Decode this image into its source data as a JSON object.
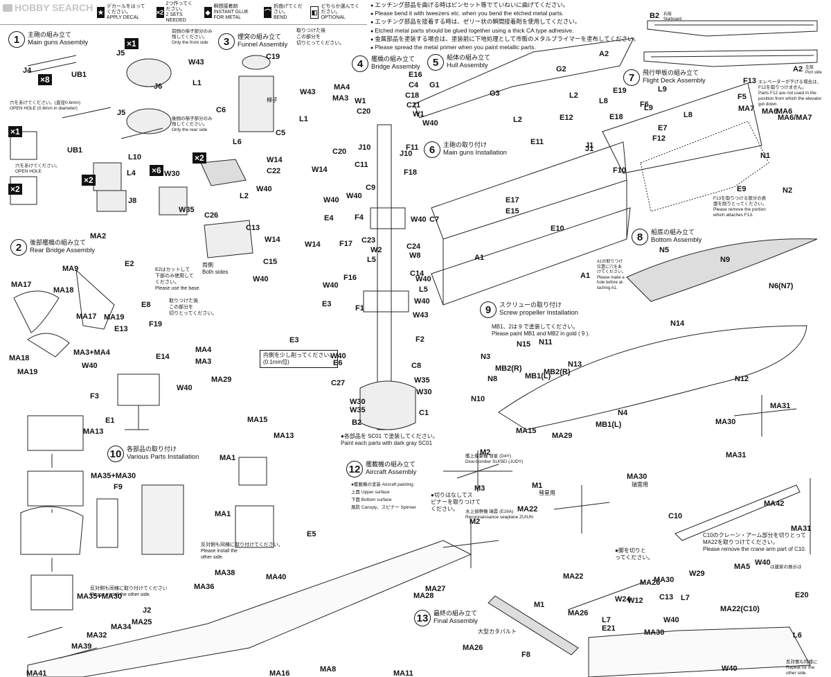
{
  "watermark": {
    "text": "HOBBY SEARCH"
  },
  "legend": {
    "items": [
      {
        "icon": "star-icon",
        "symbol": "★",
        "ja": "デカールをはってください。",
        "en": "APPLY DECAL"
      },
      {
        "icon": "x2-icon",
        "symbol": "×2",
        "ja": "2つ作ってください。",
        "en": "2 SETS NEEDED"
      },
      {
        "icon": "glue-icon",
        "symbol": "◆",
        "ja": "瞬間接着剤",
        "en": "INSTANT GLUE FOR METAL"
      },
      {
        "icon": "bend-icon",
        "symbol": "⌒",
        "ja": "折曲げてください。",
        "en": "BEND"
      },
      {
        "icon": "optional-icon",
        "symbol": "◧",
        "ja": "どちらか選んでください。",
        "en": "OPTIONAL"
      }
    ]
  },
  "top_notes": [
    "エッチング部品を曲げる時はピンセット等でていねいに曲げてください。",
    "Please bend it with tweezers etc. when you bend the etched metal parts.",
    "エッチング部品を接着する時は、ゼリー状の瞬間接着剤を使用してください。",
    "Etched metal parts should be glued together using a thick CA type adhesive.",
    "金属部品を塗装する場合は、塗装前に下地処理として市販のメタルプライマーを塗布してください。",
    "Please spread the metal primer when you paint metallic parts."
  ],
  "steps": [
    {
      "num": "1",
      "ja": "主砲の組み立て",
      "en": "Main guns Assembly"
    },
    {
      "num": "2",
      "ja": "後部艦橋の組み立て",
      "en": "Rear Bridge Assembly"
    },
    {
      "num": "3",
      "ja": "煙突の組み立て",
      "en": "Funnel Assembly"
    },
    {
      "num": "4",
      "ja": "艦橋の組み立て",
      "en": "Bridge Assembly"
    },
    {
      "num": "5",
      "ja": "船体の組み立て",
      "en": "Hull Assembly"
    },
    {
      "num": "6",
      "ja": "主砲の取り付け",
      "en": "Main guns Installation"
    },
    {
      "num": "7",
      "ja": "飛行甲板の組み立て",
      "en": "Flight Deck Assembly"
    },
    {
      "num": "8",
      "ja": "船底の組み立て",
      "en": "Bottom Assembly"
    },
    {
      "num": "9",
      "ja": "スクリューの取り付け",
      "en": "Screw propeller Installation"
    },
    {
      "num": "10",
      "ja": "各部品の取り付け",
      "en": "Various Parts Installation"
    },
    {
      "num": "12",
      "ja": "艦載機の組み立て",
      "en": "Aircraft Assembly"
    },
    {
      "num": "13",
      "ja": "最終の組み立て",
      "en": "Final Assembly"
    }
  ],
  "notes": {
    "front_only": "前側の梯子部分のみ\n残してください。\nOnly the front side",
    "rear_only": "後側の梯子部分のみ\n残してください。\nOnly the rear side",
    "open_hole_06": "穴をあけてください。(直径0.6mm)\nOPEN HOLE (0.6mm in diameter)",
    "open_hole": "穴をあけてください。\nOPEN HOLE",
    "both_sides": "両側\nBoth sides",
    "e2_base": "E2はカットして\n下部のみ使用して\nください。\nPlease use the base.",
    "cut_after": "取りつけた後\nこの部分を\n切りとってください。",
    "e3_cut": "内側を少し削ってください。\n(0.1mm位)",
    "paint_gray": "●各部品を SC01 で塗装してください。\nPaint each parts with dark gray SC01",
    "screw_gold": "MB1、2は 9 で塗装してください。\nPlease paint MB1 and MB2 in gold ( 9 ).",
    "a1_hole": "A1の取りつけ\n位置に穴をあ\nけてください。\nPlease make a\nhole before at-\ntaching A1.",
    "elevator": "エレベーターが下げる場合は、F12を取りつけません。\nParts F12 are not used in the\nposition from which the elevator\ngot down.",
    "f13_remove": "F13を取りつける部分の表\n面を削りとってください。\nPlease remove the portion\nwhich attaches F13.",
    "both_side_install": "反対側も同様に取り付けてください。\nPlease install the\nother side.",
    "install_other_side": "反対側も同様に取り付けてください\nPlease install the other side.",
    "c10_cut": "C10のクレーン・アーム部分を切りとって\nMA22を取りつけてください。\nPlease remove the crane arm part of C10.",
    "leg_cut": "●脚を切りと\nってください。",
    "spinner_cut": "●切りはなしてス\nピナーを取りつけて\nください。",
    "aircraft_paint": "●艦載機の塗装 Aircraft painting",
    "upper": "上面 Upper surface",
    "bottom": "下面 Bottom surface",
    "canopy": "風防 Canopy、スピナー Spinner",
    "judy": "艦上爆撃機 彗星 (D4Y)\nDive-bomber SUISEI (JUDY)",
    "zuiun": "水上偵察機 瑞雲 (E16A)\nReconnaissance seaplane ZUIUN",
    "ma30_label": "彗星用",
    "ma31_label": "瑞雲用",
    "catapult": "大型カタパルト",
    "repeat_other": "反対側も同様に\nRepeat for the\nother side.",
    "ladder": "梯子",
    "sc_note": "は建家の展示は"
  },
  "ship_labels": {
    "b2": "B2",
    "b2_sub": "右舷\nStarboard",
    "a2": "A2",
    "a2_sub": "左舷\nPort side"
  },
  "labels": [
    "J5",
    "J4",
    "UB1",
    "J6",
    "J5",
    "UB1",
    "L10",
    "L4",
    "J8",
    "W30",
    "W35",
    "MA2",
    "E2",
    "MA9",
    "MA17",
    "MA18",
    "MA17",
    "MA19",
    "MA18",
    "MA19",
    "E8",
    "E13",
    "F19",
    "E14",
    "MA3+MA4",
    "W40",
    "W40",
    "F3",
    "E1",
    "MA4",
    "MA3",
    "MA13",
    "W43",
    "C19",
    "L1",
    "C6",
    "C5",
    "L1",
    "W43",
    "L6",
    "L2",
    "C26",
    "C13",
    "W14",
    "C22",
    "W14",
    "W40",
    "W40",
    "E4",
    "W14",
    "C15",
    "W14",
    "W40",
    "W40",
    "E3",
    "E3",
    "MA4",
    "MA3",
    "C20",
    "E16",
    "C4",
    "W1",
    "C18",
    "C20",
    "C21",
    "W1",
    "W40",
    "J10",
    "J10",
    "F11",
    "C11",
    "F18",
    "C9",
    "W40",
    "F4",
    "W40",
    "C7",
    "F17",
    "C23",
    "C24",
    "W2",
    "W8",
    "L5",
    "C14",
    "W40",
    "F16",
    "L5",
    "W40",
    "F1",
    "W43",
    "F2",
    "W40",
    "E6",
    "C8",
    "C27",
    "W35",
    "W30",
    "W35",
    "W30",
    "C1",
    "B2",
    "G1",
    "G2",
    "G3",
    "A2",
    "L2",
    "L2",
    "E12",
    "E11",
    "E17",
    "J1",
    "J1",
    "E15",
    "E10",
    "A1",
    "A1",
    "F10",
    "E9",
    "E19",
    "L9",
    "L8",
    "F6",
    "L9",
    "L8",
    "E18",
    "E7",
    "F12",
    "F13",
    "F5",
    "MA7",
    "MA6",
    "MA6",
    "MA6/MA7",
    "N1",
    "N2",
    "N5",
    "N9",
    "N6(N7)",
    "N14",
    "N11",
    "N15",
    "N13",
    "MB1(L)",
    "MB2(R)",
    "N3",
    "MB2(R)",
    "N8",
    "N10",
    "N12",
    "N4",
    "MB1(L)",
    "MA15",
    "MA29",
    "MA29",
    "MA15",
    "MA1",
    "MA13",
    "MA35+MA30",
    "F9",
    "MA1",
    "E5",
    "MA38",
    "MA40",
    "MA35+MA30",
    "MA36",
    "J2",
    "MA25",
    "MA34",
    "MA32",
    "MA39",
    "MA41",
    "MA16",
    "MA8",
    "MA11",
    "MA26",
    "F8",
    "M1",
    "MA28",
    "M2",
    "M3",
    "M2",
    "MA27",
    "MA31",
    "MA30",
    "MA31",
    "M1",
    "MA30",
    "MA22",
    "MA22",
    "C10",
    "MA42",
    "MA31",
    "MA26",
    "MA30",
    "MA26",
    "W29",
    "L7",
    "C13",
    "W24",
    "W12",
    "L7",
    "E21",
    "MA30",
    "W40",
    "MA22(C10)",
    "MA5",
    "W40",
    "E20",
    "L6",
    "W40"
  ]
}
